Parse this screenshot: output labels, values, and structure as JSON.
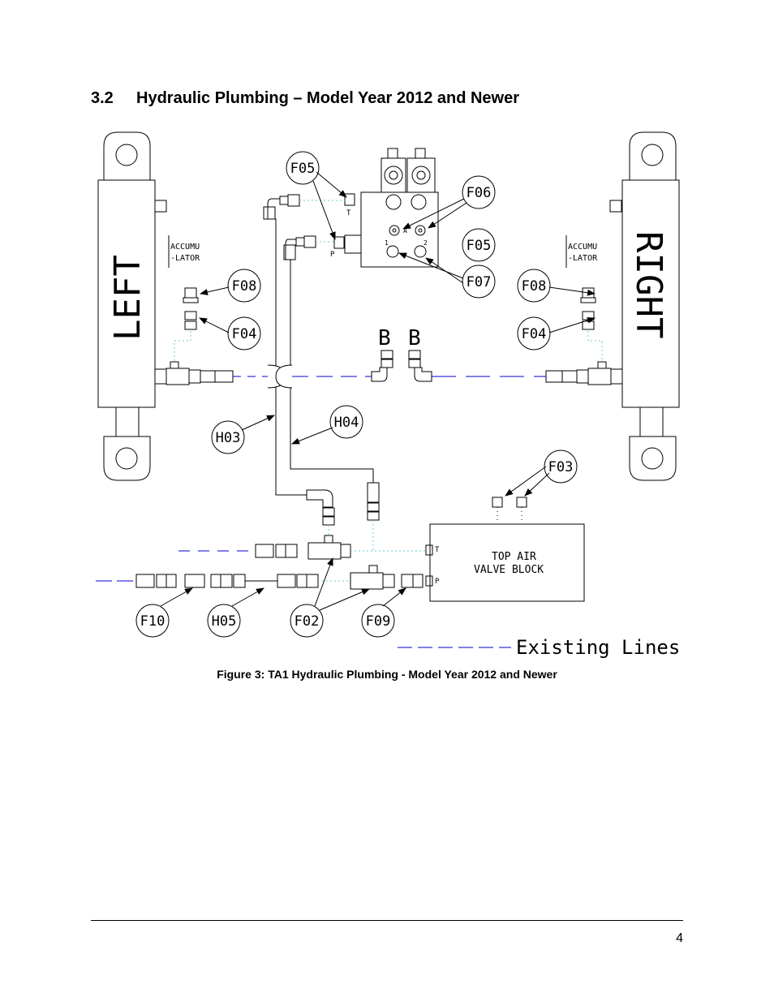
{
  "section": {
    "number": "3.2",
    "title": "Hydraulic Plumbing – Model Year 2012 and Newer"
  },
  "diagram": {
    "left_cylinder": "LEFT",
    "right_cylinder": "RIGHT",
    "accumulator_top": "ACCUMU",
    "accumulator_bottom": "-LATOR",
    "valve_block_line1": "TOP AIR",
    "valve_block_line2": "VALVE BLOCK",
    "port_t": "T",
    "port_p": "P",
    "port_a": "A",
    "port_b": "B",
    "port_1": "1",
    "port_2": "2",
    "legend": "Existing Lines",
    "callouts": {
      "f05_top": "F05",
      "f06": "F06",
      "f05_right": "F05",
      "f07": "F07",
      "f08_left": "F08",
      "f04_left": "F04",
      "f08_right": "F08",
      "f04_right": "F04",
      "h03": "H03",
      "h04": "H04",
      "f03": "F03",
      "f10": "F10",
      "h05": "H05",
      "f02": "F02",
      "f09": "F09"
    }
  },
  "caption": "Figure 3: TA1 Hydraulic Plumbing - Model Year 2012 and Newer",
  "page_number": "4"
}
